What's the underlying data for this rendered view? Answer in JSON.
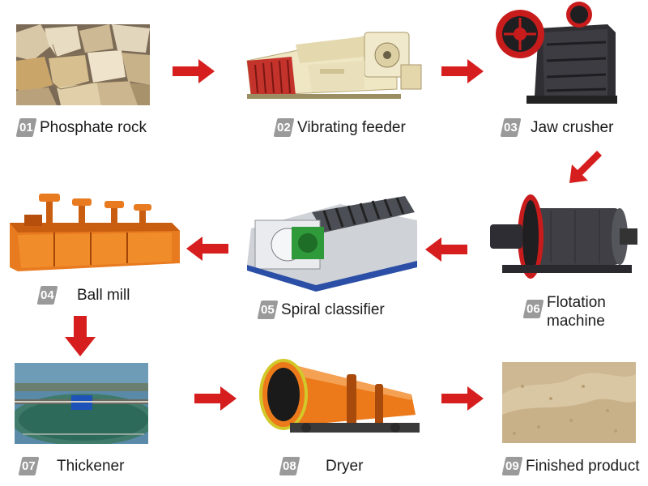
{
  "steps": [
    {
      "number": "01",
      "name": "Phosphate rock"
    },
    {
      "number": "02",
      "name": "Vibrating feeder"
    },
    {
      "number": "03",
      "name": "Jaw crusher"
    },
    {
      "number": "04",
      "name": "Ball mill"
    },
    {
      "number": "05",
      "name": "Spiral classifier"
    },
    {
      "number": "06",
      "name": "Flotation\nmachine"
    },
    {
      "number": "07",
      "name": "Thickener"
    },
    {
      "number": "08",
      "name": "Dryer"
    },
    {
      "number": "09",
      "name": "Finished product"
    }
  ],
  "colors": {
    "arrow": "#d61e1e",
    "badge": "#9a9a9a",
    "text": "#1a1a1a",
    "machine_orange": "#e8701a",
    "machine_dark": "#2a2a2a",
    "machine_cream": "#efe6c4"
  },
  "icons": [
    "rock-pile-image",
    "vibrating-feeder-image",
    "jaw-crusher-image",
    "flotation-cells-image",
    "spiral-classifier-image",
    "ball-mill-image",
    "thickener-tank-image",
    "rotary-dryer-image",
    "powder-pile-image"
  ]
}
